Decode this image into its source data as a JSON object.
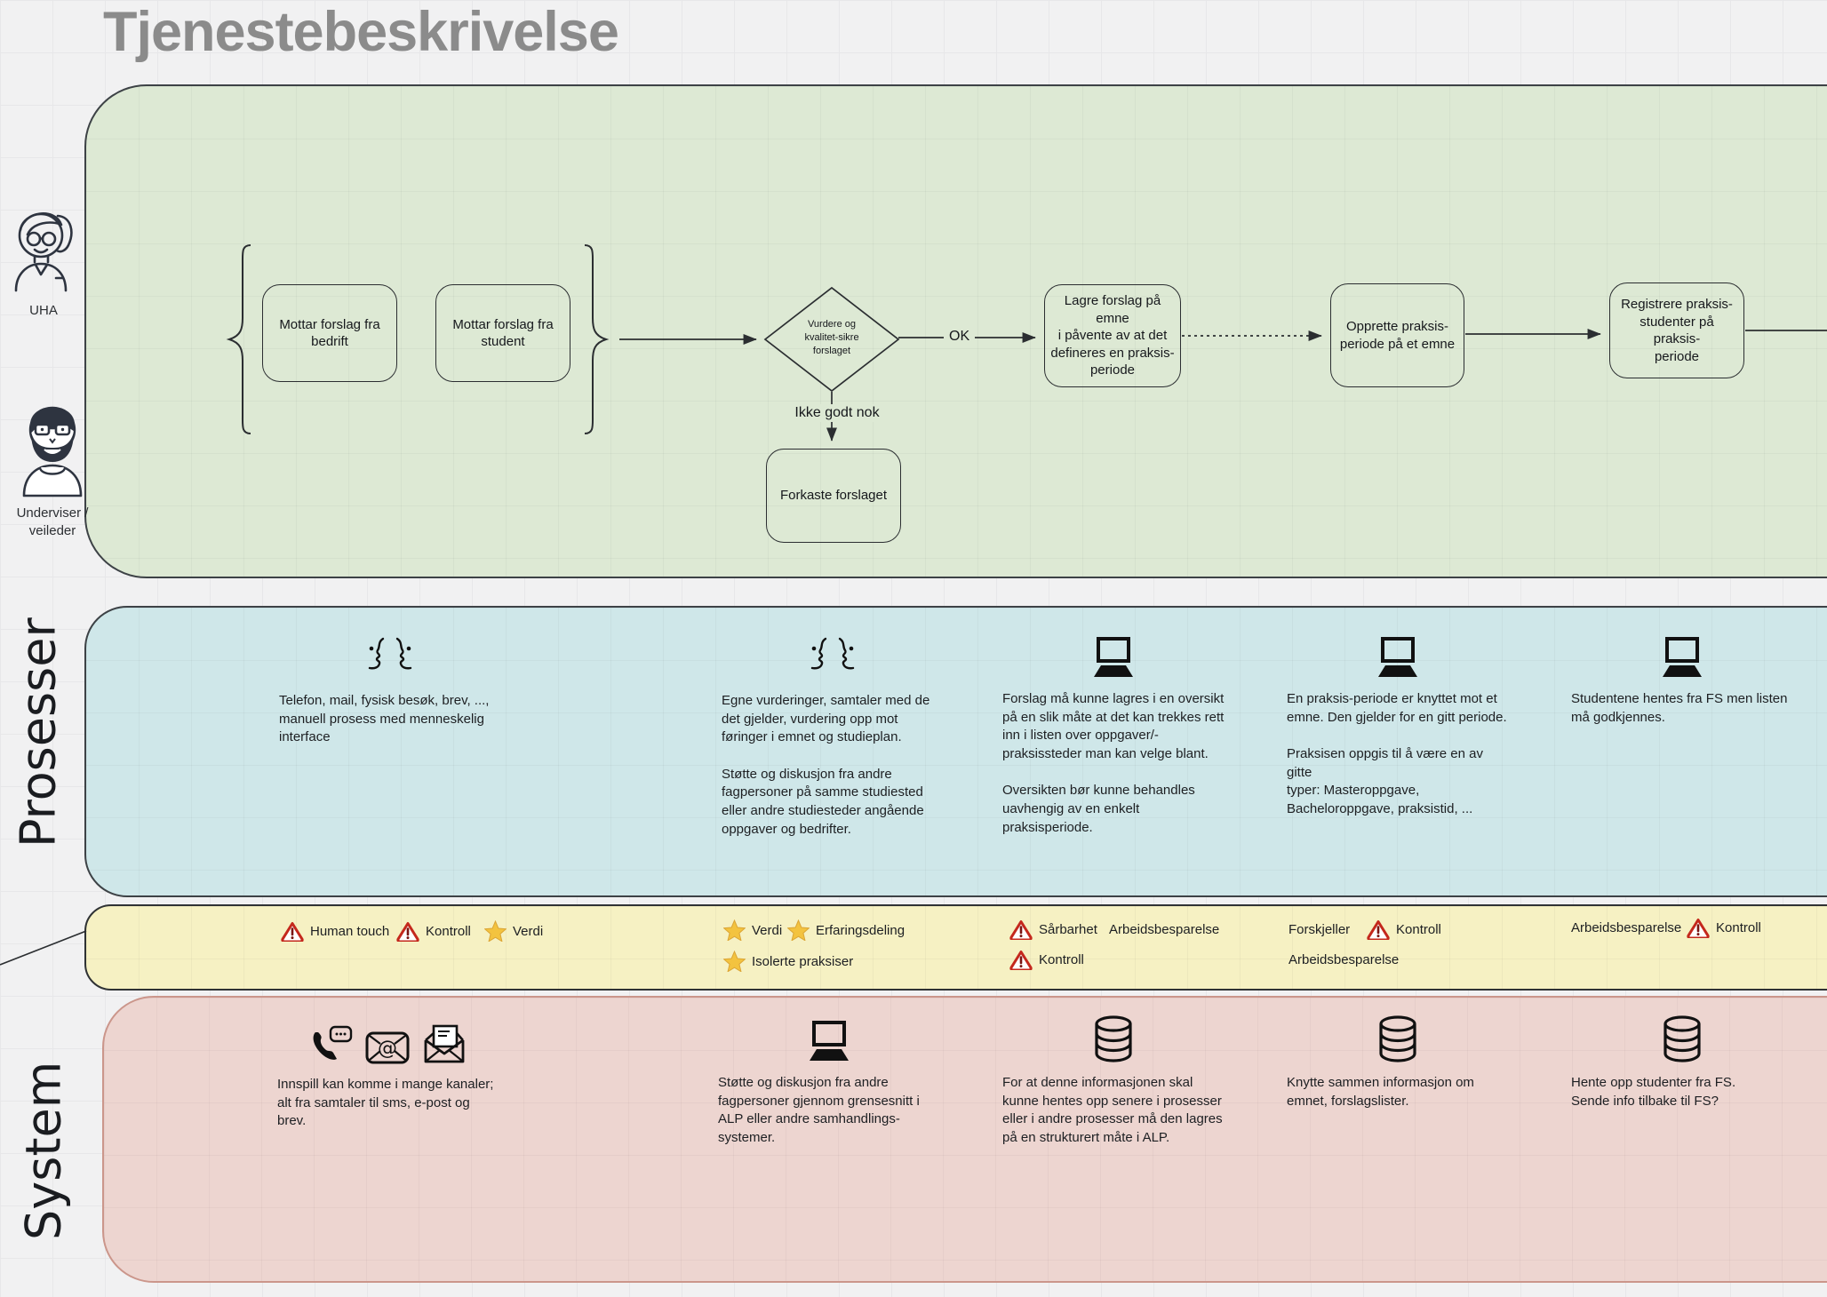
{
  "title": "Tjenestebeskrivelse",
  "actors": {
    "uha": {
      "label": "UHA"
    },
    "underviser": {
      "label": "Underviser /\nveileder"
    }
  },
  "lanes": {
    "prosesser_label": "Prosesser",
    "system_label": "System"
  },
  "flow": {
    "receive_company": "Mottar forslag fra\nbedrift",
    "receive_student": "Mottar forslag fra\nstudent",
    "decision": "Vurdere og\nkvalitet-sikre\nforslaget",
    "ok_label": "OK",
    "not_ok_label": "Ikke godt nok",
    "discard": "Forkaste forslaget",
    "store_proposal": "Lagre forslag på emne\ni påvente av at det\ndefineres en praksis-\nperiode",
    "create_period": "Opprette praksis-\nperiode på et emne",
    "register_students": "Registrere praksis-\nstudenter på praksis-\nperiode"
  },
  "prosesser": {
    "cells": [
      {
        "icon": "conversation",
        "text": "Telefon, mail, fysisk besøk, brev, ...,\nmanuell prosess med menneskelig\ninterface"
      },
      {
        "icon": "conversation",
        "text": "Egne vurderinger, samtaler med de\ndet gjelder, vurdering opp mot\nføringer i emnet og studieplan.\n\nStøtte og diskusjon fra andre\nfagpersoner på samme studiested\neller andre studiesteder angående\noppgaver og bedrifter."
      },
      {
        "icon": "laptop",
        "text": "Forslag må kunne lagres i en oversikt\npå en slik måte at det kan trekkes rett\ninn i listen over oppgaver/-\npraksissteder man kan velge blant.\n\nOversikten bør kunne behandles\nuavhengig av en enkelt\npraksisperiode."
      },
      {
        "icon": "laptop",
        "text": "En praksis-periode er knyttet mot et\nemne. Den gjelder for en gitt periode.\n\nPraksisen oppgis til å være en av gitte\ntyper: Masteroppgave,\nBacheloroppgave, praksistid, ..."
      },
      {
        "icon": "laptop",
        "text": "Studentene hentes fra FS men listen\nmå godkjennes."
      }
    ]
  },
  "annotations": {
    "items": [
      {
        "icon": "warning",
        "label": "Human touch"
      },
      {
        "icon": "warning",
        "label": "Kontroll"
      },
      {
        "icon": "star",
        "label": "Verdi"
      },
      {
        "icon": "star",
        "label": "Verdi"
      },
      {
        "icon": "star",
        "label": "Erfaringsdeling"
      },
      {
        "icon": "star",
        "label": "Isolerte praksiser"
      },
      {
        "icon": "warning",
        "label": "Sårbarhet"
      },
      {
        "icon": "warning",
        "label": "Kontroll"
      },
      {
        "icon": "none",
        "label": "Arbeidsbesparelse"
      },
      {
        "icon": "none",
        "label": "Forskjeller"
      },
      {
        "icon": "warning",
        "label": "Kontroll"
      },
      {
        "icon": "none",
        "label": "Arbeidsbesparelse"
      },
      {
        "icon": "none",
        "label": "Arbeidsbesparelse"
      },
      {
        "icon": "warning",
        "label": "Kontroll"
      }
    ]
  },
  "system": {
    "cells": [
      {
        "icons": [
          "phone-sms",
          "email-at",
          "open-letter"
        ],
        "text": "Innspill kan komme i mange kanaler;\nalt fra samtaler til sms, e-post og brev."
      },
      {
        "icons": [
          "laptop"
        ],
        "text": "Støtte og diskusjon fra andre\nfagpersoner gjennom grensesnitt i\nALP eller andre samhandlings-\nsystemer."
      },
      {
        "icons": [
          "database"
        ],
        "text": "For at denne informasjonen skal\nkunne hentes opp senere i prosesser\neller i andre prosesser må den lagres\npå en strukturert måte i ALP."
      },
      {
        "icons": [
          "database"
        ],
        "text": "Knytte sammen informasjon om\nemnet, forslagslister."
      },
      {
        "icons": [
          "database"
        ],
        "text": "Hente opp studenter fra FS.\nSende info tilbake til FS?"
      }
    ]
  },
  "colors": {
    "flow_lane": "#dde9d4",
    "prosesser_lane": "#cfe7e9",
    "annotations_lane": "#f6f1c3",
    "system_lane": "#edd5d0",
    "title_gray": "#8b8b8b",
    "warning_red": "#c4281c",
    "star_yellow": "#f3c33f",
    "stroke_dark": "#2b2e31"
  }
}
